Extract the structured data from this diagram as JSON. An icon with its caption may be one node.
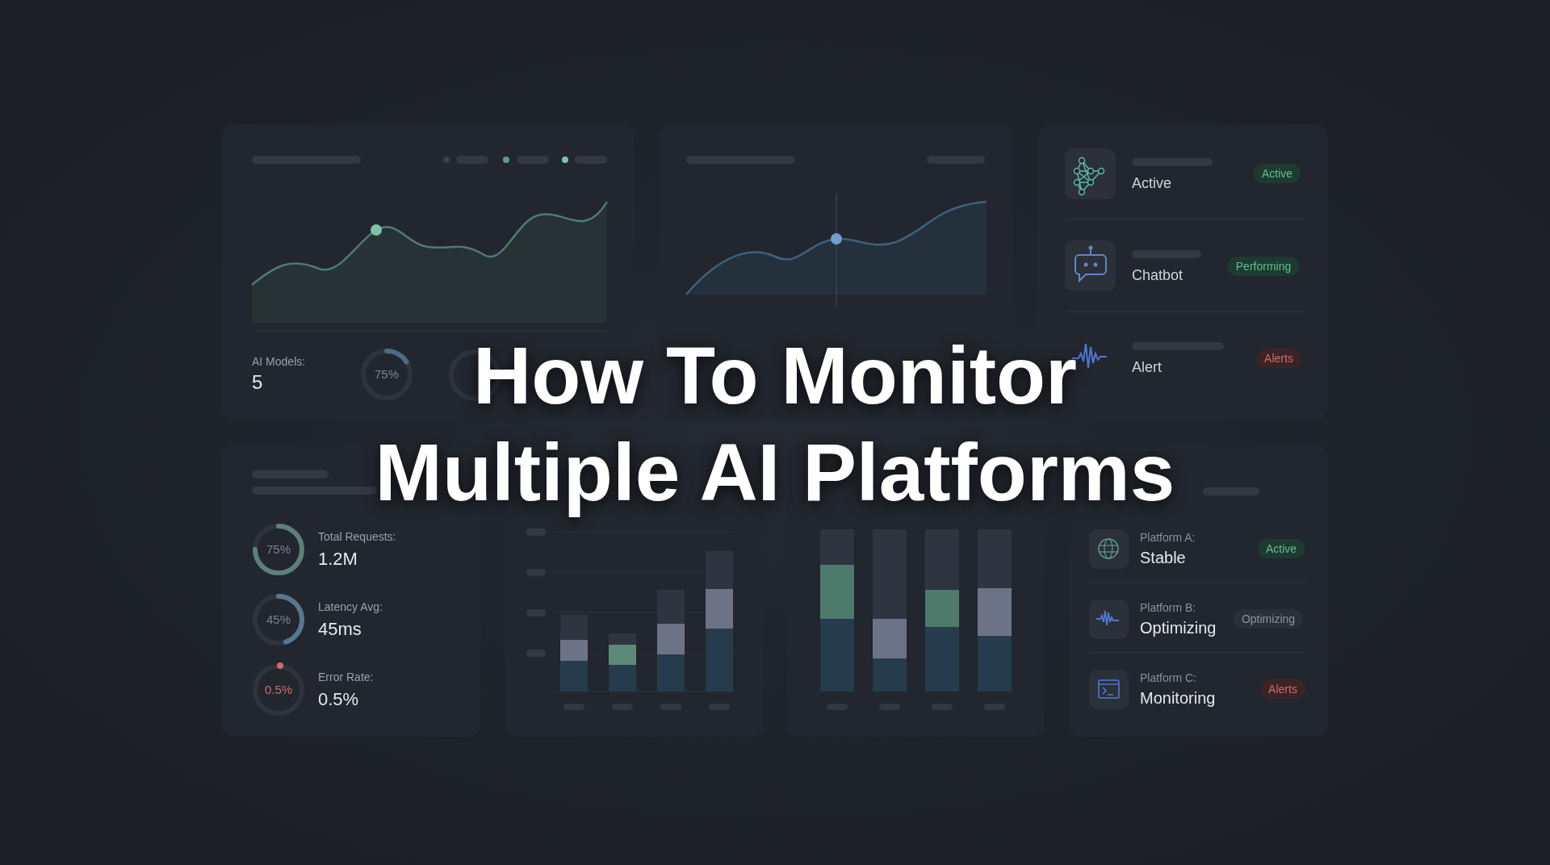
{
  "diagram": {
    "title": "How To Monitor Multiple AI Platforms",
    "labels": [
      "AI Models:",
      "5",
      "75%",
      "Active",
      "Active",
      "Chatbot",
      "Performing",
      "Alert",
      "Alerts",
      "75%",
      "Total Requests:",
      "1.2M",
      "45%",
      "Latency Avg:",
      "45ms",
      "0.5%",
      "Error Rate:",
      "0.5%",
      "Platform A:",
      "Stable",
      "Active",
      "Platform B:",
      "Optimizing",
      "Optimizing",
      "Platform C:",
      "Monitoring",
      "Alerts"
    ]
  }
}
